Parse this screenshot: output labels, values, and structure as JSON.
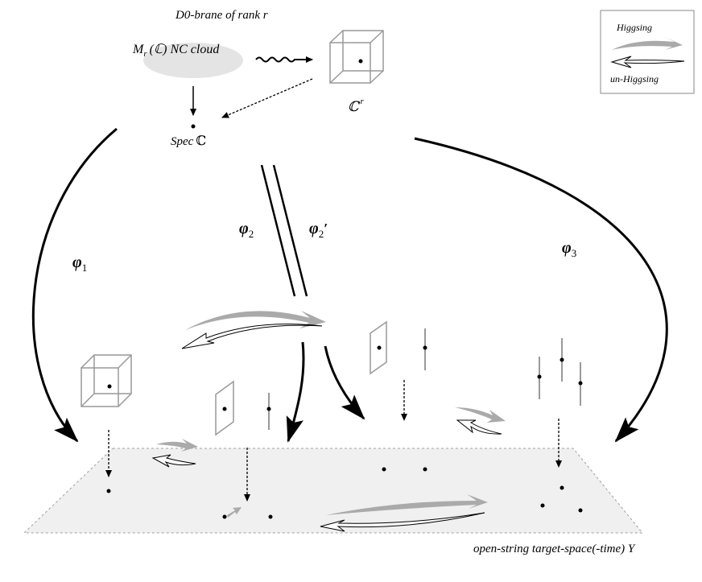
{
  "labels": {
    "title": "D0-brane of rank r",
    "matrix_part1": "M",
    "matrix_sub": "r",
    "matrix_part2": "(ℂ)  NC cloud",
    "cr_base": "ℂ",
    "cr_sup": "r",
    "spec": "Spec",
    "spec_c": "ℂ",
    "phi_symbol": "φ",
    "phi1_sub": "1",
    "phi2_sub": "2",
    "phi2p_sub": "2",
    "phi2p_prime": "′",
    "phi3_sub": "3",
    "target": "open-string  target-space(-time)  Y"
  },
  "legend": {
    "higgsing": "Higgsing",
    "unhiggsing": "un-Higgsing"
  },
  "colors": {
    "line": "#000000",
    "gray": "#a0a0a0",
    "arrow_gray": "#aaaaaa",
    "plane_fill": "#f0f0f0",
    "cloud": "#e4e4e4"
  }
}
